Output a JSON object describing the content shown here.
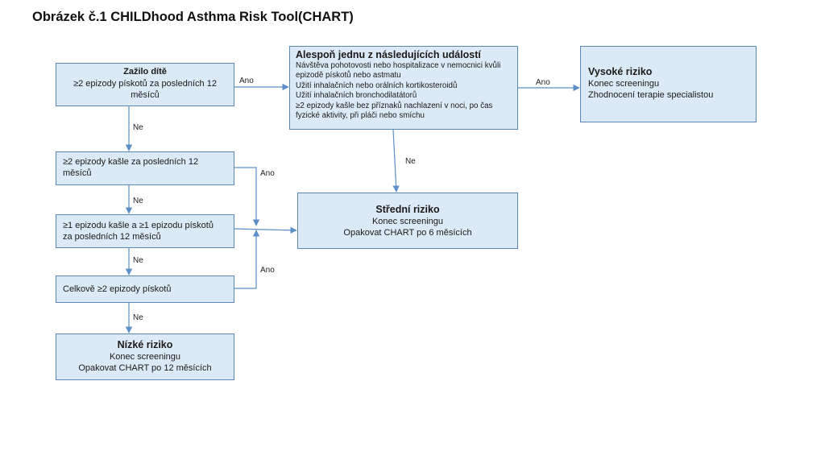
{
  "title": "Obrázek č.1 CHILDhood Asthma Risk Tool(CHART)",
  "boxes": {
    "zazilo": {
      "head": "Zažilo dítě",
      "lines": [
        "≥2 epizody pískotů za posledních 12",
        "měsíců"
      ]
    },
    "kasle": {
      "lines": [
        "≥2 epizody kašle za posledních 12",
        "měsíců"
      ]
    },
    "kasle_piskot": {
      "lines": [
        "≥1 epizodu kašle a ≥1 epizodu pískotů",
        "za posledních 12 měsíců"
      ]
    },
    "celkove": {
      "lines": [
        "Celkově ≥2 epizody pískotů"
      ]
    },
    "nizke": {
      "head": "Nízké riziko",
      "lines": [
        "Konec screeningu",
        "Opakovat CHART po 12 měsících"
      ]
    },
    "udalost": {
      "head": "Alespoň jednu z následujících událostí",
      "lines": [
        "Návštěva pohotovosti nebo hospitalizace v nemocnici kvůli",
        "epizodě pískotů nebo astmatu",
        "Užití inhalačních nebo orálních kortikosteroidů",
        "Užití inhalačních bronchodilatátorů",
        "≥2 epizody kašle bez příznaků nachlazení v noci, po čas",
        "fyzické aktivity, při pláči nebo smíchu"
      ]
    },
    "vysoke": {
      "head": "Vysoké riziko",
      "lines": [
        "Konec screeningu",
        "Zhodnocení terapie specialistou"
      ]
    },
    "stredni": {
      "head": "Střední riziko",
      "lines": [
        "Konec screeningu",
        "Opakovat CHART po 6 měsících"
      ]
    }
  },
  "labels": {
    "ano_1": "Ano",
    "ano_2": "Ano",
    "ano_3": "Ano",
    "ano_4": "Ano",
    "ne_1": "Ne",
    "ne_2": "Ne",
    "ne_3": "Ne",
    "ne_4": "Ne",
    "ne_5": "Ne"
  },
  "colors": {
    "box_fill": "#dce9f6",
    "box_border": "#5b86b6",
    "arrow": "#5b8fc7"
  }
}
